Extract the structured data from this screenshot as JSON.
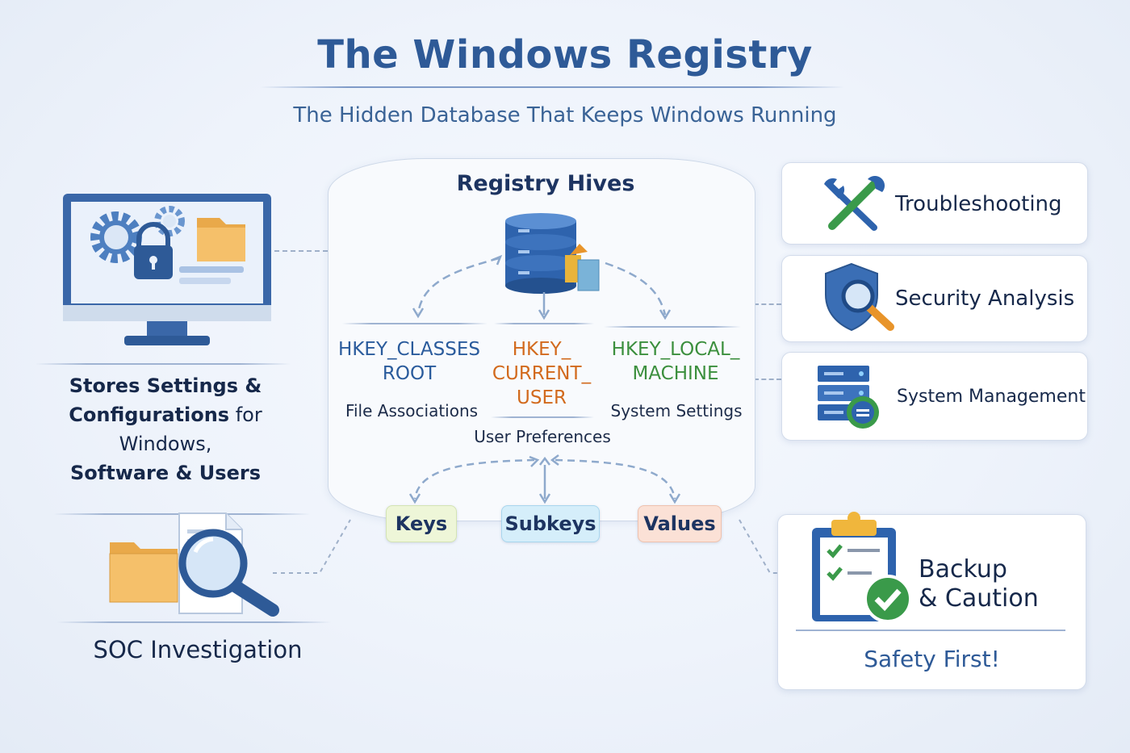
{
  "title": "The Windows Registry",
  "subtitle": "The Hidden Database That Keeps Windows Running",
  "hives": {
    "title": "Registry Hives",
    "items": [
      {
        "name_line1": "HKEY_CLASSES",
        "name_line2": "ROOT",
        "name_line3": "",
        "description": "File Associations",
        "color": "#2a5b9c"
      },
      {
        "name_line1": "HKEY_",
        "name_line2": "CURRENT_",
        "name_line3": "USER",
        "description": "User Preferences",
        "color": "#d26a1d"
      },
      {
        "name_line1": "HKEY_LOCAL_",
        "name_line2": "MACHINE",
        "name_line3": "",
        "description": "System Settings",
        "color": "#3b8f3d"
      }
    ],
    "components": [
      {
        "label": "Keys",
        "color": "#eef6d8"
      },
      {
        "label": "Subkeys",
        "color": "#d5eefa"
      },
      {
        "label": "Values",
        "color": "#fbe1d6"
      }
    ]
  },
  "left": {
    "settings_caption": {
      "line1": "Stores Settings &",
      "line2_bold": "Configurations",
      "line2_light": " for Windows,",
      "line3": "Software & Users"
    },
    "soc_label": "SOC Investigation"
  },
  "right": {
    "cards": [
      {
        "label": "Troubleshooting",
        "icon": "tools-icon"
      },
      {
        "label": "Security Analysis",
        "icon": "shield-magnifier-icon"
      },
      {
        "label": "System Management",
        "icon": "server-icon"
      }
    ],
    "backup": {
      "line1": "Backup",
      "line2": "& Caution",
      "footer": "Safety First!",
      "icon": "clipboard-check-icon"
    }
  },
  "colors": {
    "accent": "#2e5a97",
    "hkcr": "#2a5b9c",
    "hkcu": "#d26a1d",
    "hklm": "#3b8f3d"
  }
}
